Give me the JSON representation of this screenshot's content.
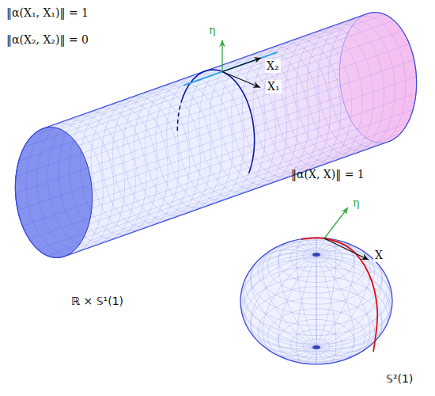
{
  "diagram": {
    "labels": [
      "‖α(X₁, X₁)‖ = 1",
      "‖α(X₂, X₂)‖ = 0",
      "η",
      "X₂",
      "X₁",
      "‖α(X, X)‖ = 1",
      "η",
      "X",
      "ℝ × 𝕊¹(1)",
      "𝕊²(1)"
    ]
  }
}
